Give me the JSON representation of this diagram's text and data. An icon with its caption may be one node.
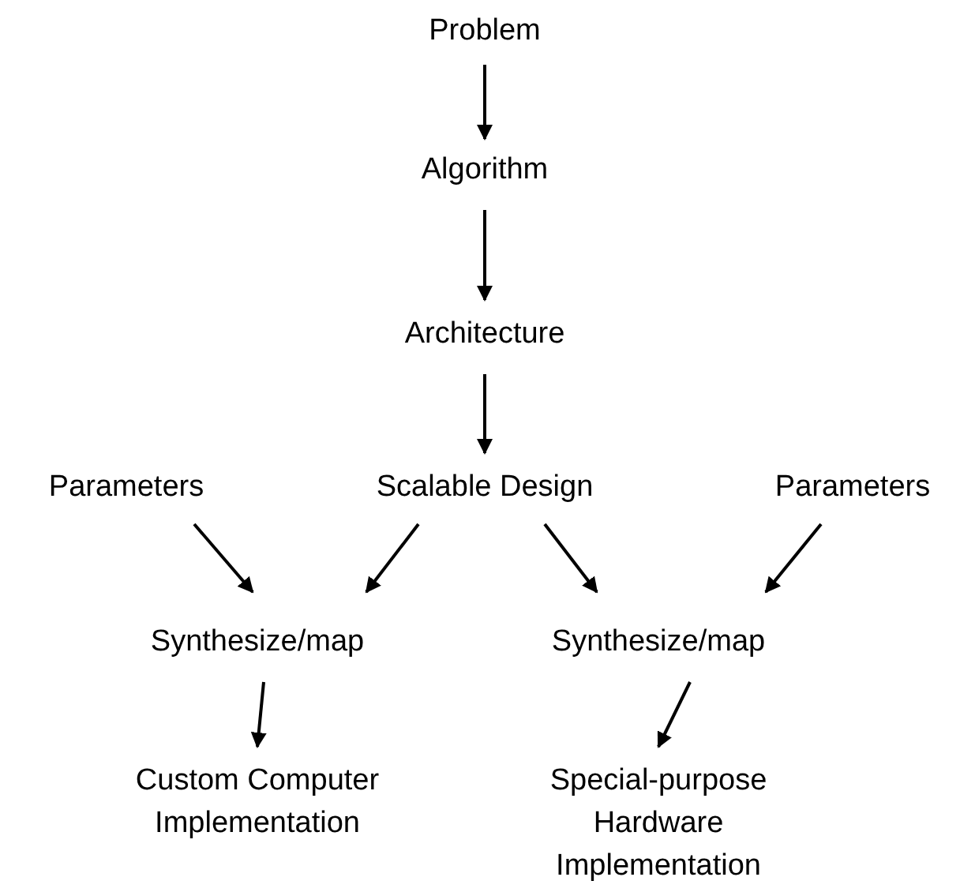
{
  "diagram": {
    "nodes": [
      {
        "text": [
          "Problem"
        ]
      },
      {
        "text": [
          "Algorithm"
        ]
      },
      {
        "text": [
          "Architecture"
        ]
      },
      {
        "text": [
          "Parameters"
        ]
      },
      {
        "text": [
          "Scalable Design"
        ]
      },
      {
        "text": [
          "Parameters"
        ]
      },
      {
        "text": [
          "Synthesize/map"
        ]
      },
      {
        "text": [
          "Synthesize/map"
        ]
      },
      {
        "text": [
          "Custom Computer Implementation"
        ]
      },
      {
        "text": [
          "Special-purpose Hardware Implementation"
        ]
      }
    ],
    "edges": [
      {
        "from": 0,
        "to": 1,
        "arrow": "to"
      },
      {
        "from": 1,
        "to": 2,
        "arrow": "to"
      },
      {
        "from": 2,
        "to": 4,
        "arrow": "to"
      },
      {
        "from": 3,
        "to": 6,
        "arrow": "to"
      },
      {
        "from": 4,
        "to": 6,
        "arrow": "to"
      },
      {
        "from": 4,
        "to": 7,
        "arrow": "to"
      },
      {
        "from": 5,
        "to": 7,
        "arrow": "to"
      },
      {
        "from": 6,
        "to": 8,
        "arrow": "to"
      },
      {
        "from": 7,
        "to": 9,
        "arrow": "to"
      }
    ]
  }
}
